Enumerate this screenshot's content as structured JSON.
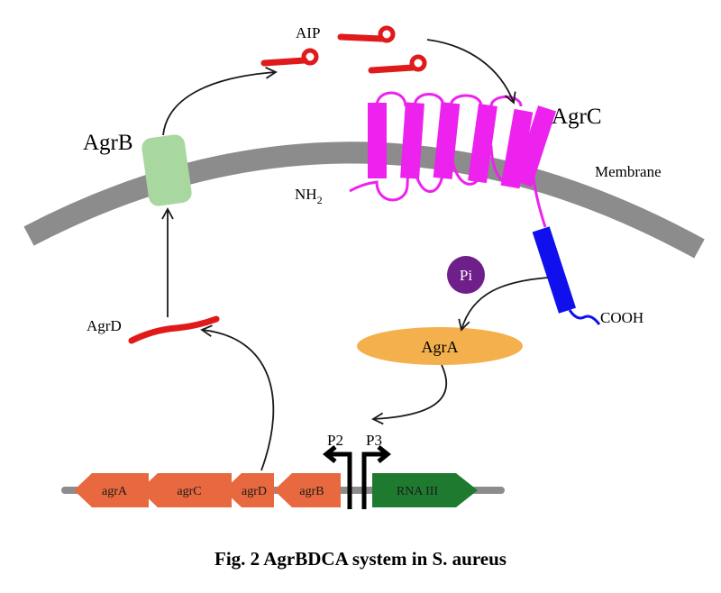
{
  "figure": {
    "caption": "Fig. 2 AgrBDCA system in S. aureus"
  },
  "labels": {
    "aip": "AIP",
    "agrb": "AgrB",
    "agrc": "AgrC",
    "membrane": "Membrane",
    "nh2_main": "NH",
    "nh2_sub": "2",
    "cooh": "COOH",
    "pi": "Pi",
    "agra_protein": "AgrA",
    "agrd_peptide": "AgrD",
    "p2": "P2",
    "p3": "P3"
  },
  "genes": [
    {
      "id": "agrA",
      "label": "agrA",
      "color": "#e8693f"
    },
    {
      "id": "agrC",
      "label": "agrC",
      "color": "#e8693f"
    },
    {
      "id": "agrD",
      "label": "agrD",
      "color": "#e8693f"
    },
    {
      "id": "agrB",
      "label": "agrB",
      "color": "#e8693f"
    },
    {
      "id": "rnaIII",
      "label": "RNA III",
      "color": "#1e7a2e"
    }
  ],
  "colors": {
    "membrane": "#8c8c8c",
    "peptide": "#e01a1a",
    "agrc": "#ee22ee",
    "kinase_domain": "#1010ee",
    "agrb": "#a8d8a0",
    "agra": "#f5b04e",
    "pi": "#6e1f8a",
    "gene_orange": "#e8693f",
    "gene_green": "#1e7a2e",
    "dna": "#8c8c8c"
  }
}
